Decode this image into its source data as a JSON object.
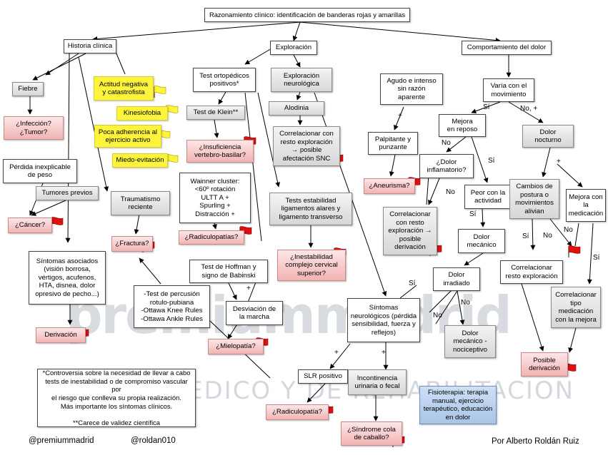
{
  "watermark": {
    "brand": "premiummadrid",
    "tagline": "EDICO Y DE REHABILITACION"
  },
  "colors": {
    "grey_box": "#dcdcdc",
    "pink_box": "#f4bcbc",
    "yellow_box": "#fff43c",
    "blue_box": "#b4cdee",
    "flag": "#e01010"
  },
  "nodes": {
    "title": "Razonamiento clínico: identificación de banderas rojas y amarillas",
    "historia": "Historia clínica",
    "exploracion": "Exploración",
    "comportamiento": "Comportamiento del dolor",
    "fiebre": "Fiebre",
    "infeccion": "¿Infección?\n¿Tumor?",
    "perdida_peso": "Pérdida inexplicable\nde peso",
    "tumores_previos": "Tumores previos",
    "cancer": "¿Cáncer?",
    "actitud": "Actitud negativa\ny catastrofista",
    "kinesiofobia": "Kinesiofobia",
    "adherencia": "Poca adherencia al\nejercicio activo",
    "miedo": "Miedo-evitación",
    "traumatismo": "Traumatismo\nreciente",
    "fractura": "¿Fractura?",
    "sintomas_asociados": "Síntomas asociados\n(visión borrosa,\nvértigos, acufenos,\nHTA, disnea, dolor\nopresivo de pecho...)",
    "derivacion_left": "Derivación",
    "test_orto": "Test ortopédicos\npositivos*",
    "exp_neuro": "Exploración\nneurológica",
    "test_klein": "Test de Klein**",
    "alodinia": "Alodinia",
    "insuficiencia": "¿Insuficiencia\nvertebro-basilar?",
    "correlacionar_snc": "Correlacionar con\nresto exploración\n→ posible\nafectación SNC",
    "wainner": "Wainner cluster:\n<60º rotación\nULTT A +\nSpurling +\nDistracción +",
    "tests_estabilidad": "Tests estabilidad\nligamentos alares y\nligamento transverso",
    "radiculopatias": "¿Radiculopatías?",
    "inestabilidad": "¿Inestabilidad\ncomplejo cervical\nsuperior?",
    "hoffman": "Test de Hoffman y\nsigno de Babinski",
    "percusion": "-Test de percusión\nrotulo-pubiana\n-Ottawa Knee Rules\n-Ottawa Ankle Rules",
    "desviacion": "Desviación de\nla marcha",
    "mielopatia": "¿Mielopatía?",
    "nota": "*Controversia sobre la necesidad de llevar a cabo\ntests de inestabilidad o de compromiso vascular por\nel riesgo que conlleva su propia realización.\nMás importante los síntomas clínicos.\n\n**Carece de validez científica",
    "sintomas_neuro": "Síntomas\nneurológicos (pérdida\nsensibilidad, fuerza y\nreflejos)",
    "slr": "SLR positivo",
    "incontinencia": "Incontinencia\nurinaria o fecal",
    "radiculopatia": "¿Radiculopatía?",
    "cola_caballo": "¿Síndrome cola\nde caballo?",
    "agudo": "Agudo e intenso\nsin razón\naparente",
    "palpitante": "Palpitante y\npunzante",
    "aneurisma": "¿Aneurisma?",
    "varia": "Varía con el\nmovimiento",
    "mejora_reposo": "Mejora\nen reposo",
    "dolor_nocturno": "Dolor\nnocturno",
    "dolor_inflamatorio": "¿Dolor\ninflamatorio?",
    "peor_actividad": "Peor con la\nactividad",
    "correlacionar_der": "Correlacionar\ncon resto\nexploración →\nposible\nderivación",
    "dolor_mecanico": "Dolor\nmecánico",
    "dolor_irradiado": "Dolor\nirradiado",
    "dolor_nociceptivo": "Dolor\nmecánico -\nnociceptivo",
    "cambios_postura": "Cambios de\npostura o\nmovimientos\nalivian",
    "mejora_medicacion": "Mejora con\nla\nmedicación",
    "correlacionar_resto": "Correlacionar\nresto exploración",
    "correlacionar_med": "Correlacionar\ntipo\nmedicación\ncon la mejora",
    "posible_derivacion": "Posible\nderivación",
    "fisioterapia": "Fisioterapia: terapia\nmanual, ejercicio\nterapéutico, educación\nen dolor"
  },
  "labels": {
    "plus": "+",
    "si": "Sí",
    "no": "No",
    "no_plus": "No, +"
  },
  "footer": {
    "handle1": "@premiummadrid",
    "handle2": "@roldan010",
    "author": "Por Alberto Roldán Ruiz"
  }
}
